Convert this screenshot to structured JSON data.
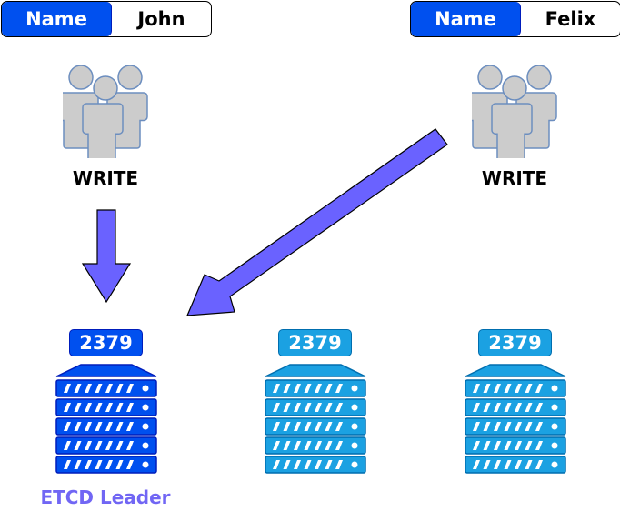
{
  "clients": [
    {
      "key_label": "Name",
      "value": "John",
      "action": "WRITE"
    },
    {
      "key_label": "Name",
      "value": "Felix",
      "action": "WRITE"
    }
  ],
  "nodes": [
    {
      "port": "2379",
      "role": "leader"
    },
    {
      "port": "2379",
      "role": "follower"
    },
    {
      "port": "2379",
      "role": "follower"
    }
  ],
  "leader_label": "ETCD Leader",
  "colors": {
    "leader": "#0050ef",
    "leader_border": "#001dbc",
    "follower": "#1ba1e2",
    "follower_border": "#006eaf",
    "arrow": "#6a62ff",
    "arrow_border": "#000000",
    "leader_text": "#7166f4",
    "user_fill": "#cccccc",
    "user_stroke": "#6c8ebf"
  },
  "icons": {
    "user": "users-group-icon",
    "server": "server-rack-icon",
    "arrow": "arrow-icon"
  }
}
